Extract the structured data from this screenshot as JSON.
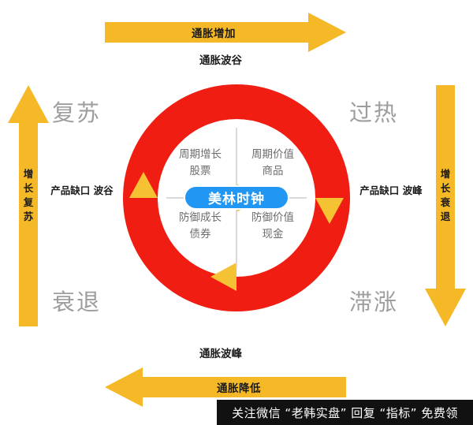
{
  "diagram": {
    "title": "美林时钟",
    "colors": {
      "ring": "#F01E12",
      "arrow_marker": "#F5C234",
      "bar_arrow": "#F5B827",
      "badge": "#2196F3",
      "quadrant_title": "#9E9E9E",
      "inner_text": "#6D6D6D",
      "note_text": "#1A1A1A",
      "background": "#FFFFFF",
      "watermark_bg": "#111111"
    },
    "axes": {
      "top": {
        "arrow_label": "通胀增加",
        "sub_label": "通胀波谷",
        "direction": "right"
      },
      "bottom": {
        "arrow_label": "通胀降低",
        "sub_label": "通胀波峰",
        "direction": "left"
      },
      "left": {
        "arrow_label_chars": [
          "增",
          "长",
          "复",
          "苏"
        ],
        "sub_label_lines": [
          "产品缺口",
          "波谷"
        ],
        "direction": "up"
      },
      "right": {
        "arrow_label_chars": [
          "增",
          "长",
          "衰",
          "退"
        ],
        "sub_label_lines": [
          "产品缺口",
          "波峰"
        ],
        "direction": "down"
      }
    },
    "quadrant_titles": {
      "top_left": "复苏",
      "top_right": "过热",
      "bottom_left": "衰退",
      "bottom_right": "滞涨"
    },
    "inner_quadrants": {
      "top_left": [
        "周期增长",
        "股票"
      ],
      "top_right": [
        "周期价值",
        "商品"
      ],
      "bottom_left": [
        "防御成长",
        "债券"
      ],
      "bottom_right": [
        "防御价值",
        "现金"
      ]
    },
    "ring_markers": [
      {
        "position": "top",
        "points": "clockwise-right",
        "name": "ring-marker-top"
      },
      {
        "position": "right",
        "points": "clockwise-down",
        "name": "ring-marker-right"
      },
      {
        "position": "bottom",
        "points": "clockwise-left",
        "name": "ring-marker-bottom"
      },
      {
        "position": "left",
        "points": "clockwise-up",
        "name": "ring-marker-left"
      }
    ]
  },
  "watermark": {
    "text": "关注微信 “老韩实盘” 回复 “指标” 免费领"
  }
}
